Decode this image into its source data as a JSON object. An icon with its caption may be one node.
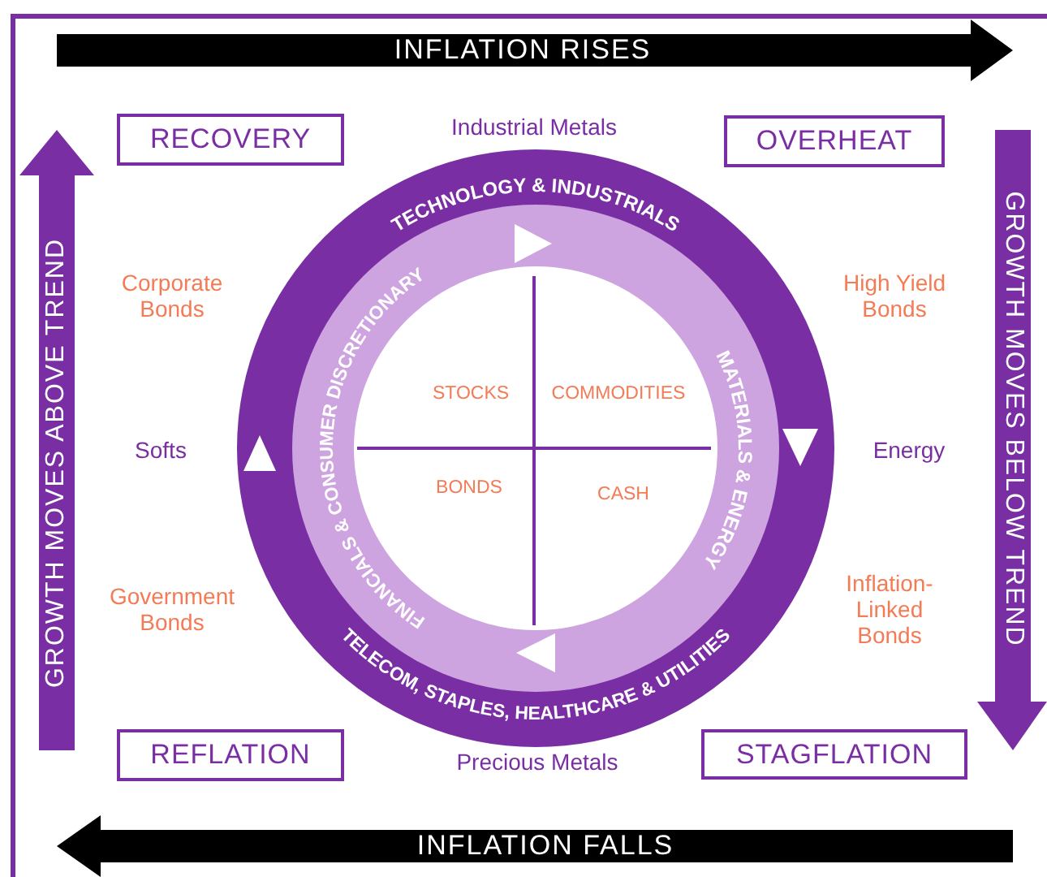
{
  "diagram": {
    "nodes": [
      {
        "text": [
          "RECOVERY"
        ]
      },
      {
        "text": [
          "OVERHEAT"
        ]
      },
      {
        "text": [
          "REFLATION"
        ]
      },
      {
        "text": [
          "STAGFLATION"
        ]
      }
    ],
    "labels": [
      "INFLATION RISES",
      "GROWTH MOVES ABOVE TREND",
      "GROWTH MOVES BELOW TREND",
      "INFLATION FALLS",
      "Industrial Metals",
      "Corporate Bonds",
      "High Yield Bonds",
      "Softs",
      "Energy",
      "Government Bonds",
      "Inflation-Linked Bonds",
      "Precious Metals",
      "TECHNOLOGY & INDUSTRIALS",
      "MATERIALS & ENERGY",
      "TELECOM, STAPLES, HEALTHCARE & UTILITIES",
      "FINANCIALS & CONSUMER DISCRETIONARY",
      "STOCKS",
      "COMMODITIES",
      "BONDS",
      "CASH"
    ]
  }
}
